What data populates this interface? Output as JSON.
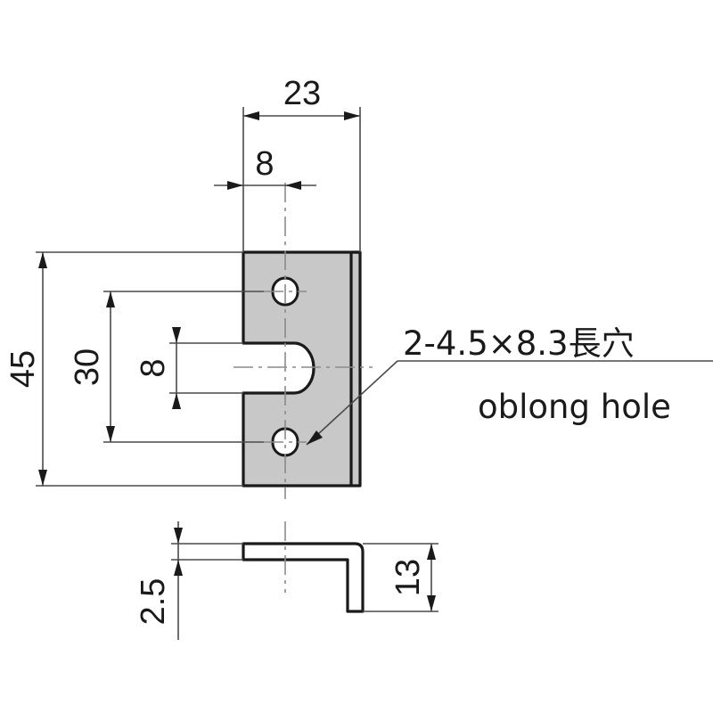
{
  "dimensions": {
    "overall_width": "23",
    "hole_offset": "8",
    "overall_height": "45",
    "hole_pitch": "30",
    "slot_width": "8",
    "thickness": "2.5",
    "flange_height": "13"
  },
  "callout": {
    "line1": "2-4.5×8.3長穴",
    "line2": "oblong hole"
  },
  "colors": {
    "plate_fill": "#c8c8c8",
    "line": "#1a1a1a",
    "dimension_line": "#4a4a4a"
  }
}
